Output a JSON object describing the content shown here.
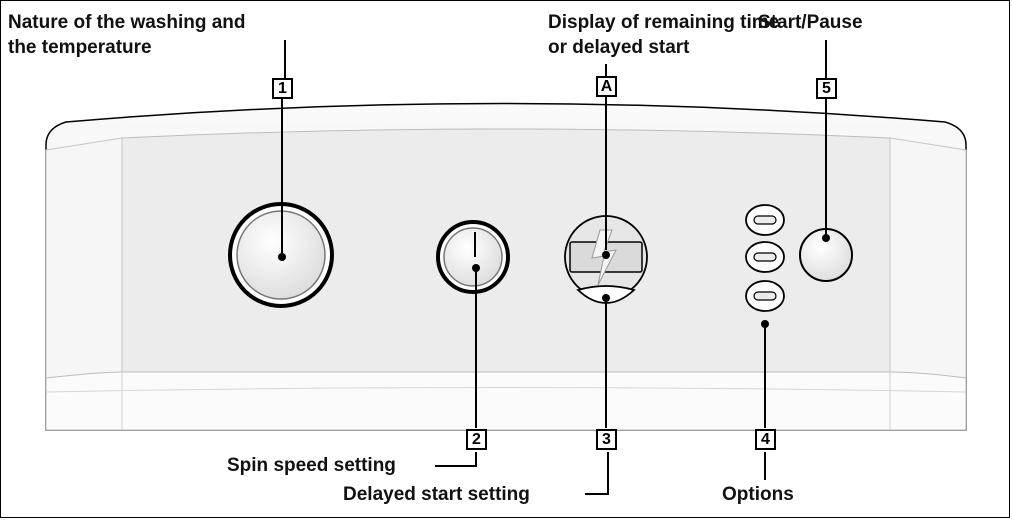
{
  "labels": {
    "nature_line1": "Nature of the washing and",
    "nature_line2": "the temperature",
    "display_line1": "Display of remaining time",
    "display_line2": "or delayed start",
    "start_pause": "Start/Pause",
    "spin_speed": "Spin speed setting",
    "delayed_start": "Delayed start setting",
    "options": "Options"
  },
  "callouts": {
    "c1": "1",
    "cA": "A",
    "c5": "5",
    "c2": "2",
    "c3": "3",
    "c4": "4"
  },
  "icons": {
    "programme_knob": "programme-knob-icon",
    "spin_knob": "spin-knob-icon",
    "display": "lcd-display-icon",
    "delayed_start_button": "delayed-start-button-icon",
    "option_buttons": "option-button-icon",
    "start_pause_button": "start-pause-button-icon"
  },
  "colors": {
    "line": "#000000",
    "panel_fill": "#f2f2f2",
    "panel_face": "#ebebeb",
    "panel_edge": "#c8c8c8"
  }
}
